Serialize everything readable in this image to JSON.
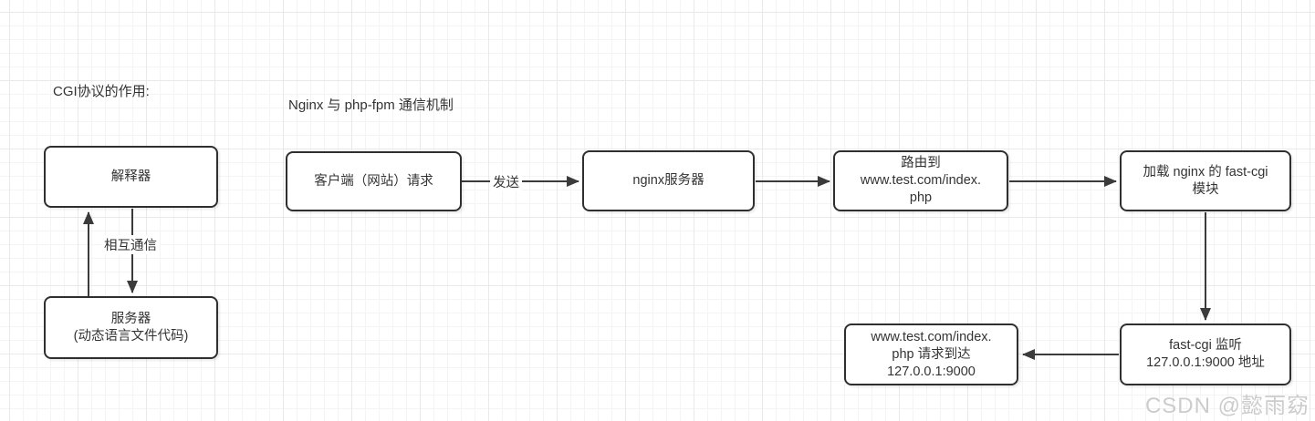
{
  "titles": {
    "cgi_title": "CGI协议的作用:",
    "flow_title": "Nginx 与 php-fpm 通信机制"
  },
  "nodes": {
    "interpreter": {
      "lines": [
        "解释器"
      ]
    },
    "server": {
      "lines": [
        "服务器",
        "(动态语言文件代码)"
      ]
    },
    "client_request": {
      "lines": [
        "客户端（网站）请求"
      ]
    },
    "nginx_server": {
      "lines": [
        "nginx服务器"
      ]
    },
    "route_to": {
      "lines": [
        "路由到",
        "www.test.com/index.",
        "php"
      ]
    },
    "load_module": {
      "lines": [
        "加载 nginx 的 fast-cgi",
        "模块"
      ]
    },
    "fastcgi_listen": {
      "lines": [
        "fast-cgi 监听",
        "127.0.0.1:9000 地址"
      ]
    },
    "request_arrive": {
      "lines": [
        "www.test.com/index.",
        "php 请求到达",
        "127.0.0.1:9000"
      ]
    }
  },
  "edge_labels": {
    "mutual": "相互通信",
    "send": "发送"
  },
  "watermark": "CSDN @懿雨窈",
  "colors": {
    "node_border": "#2f2f2f",
    "arrow": "#3b3b3b",
    "text": "#333333",
    "grid_minor": "#f4f4f4",
    "grid_major": "#e9e9e9",
    "watermark": "#cccccc"
  }
}
